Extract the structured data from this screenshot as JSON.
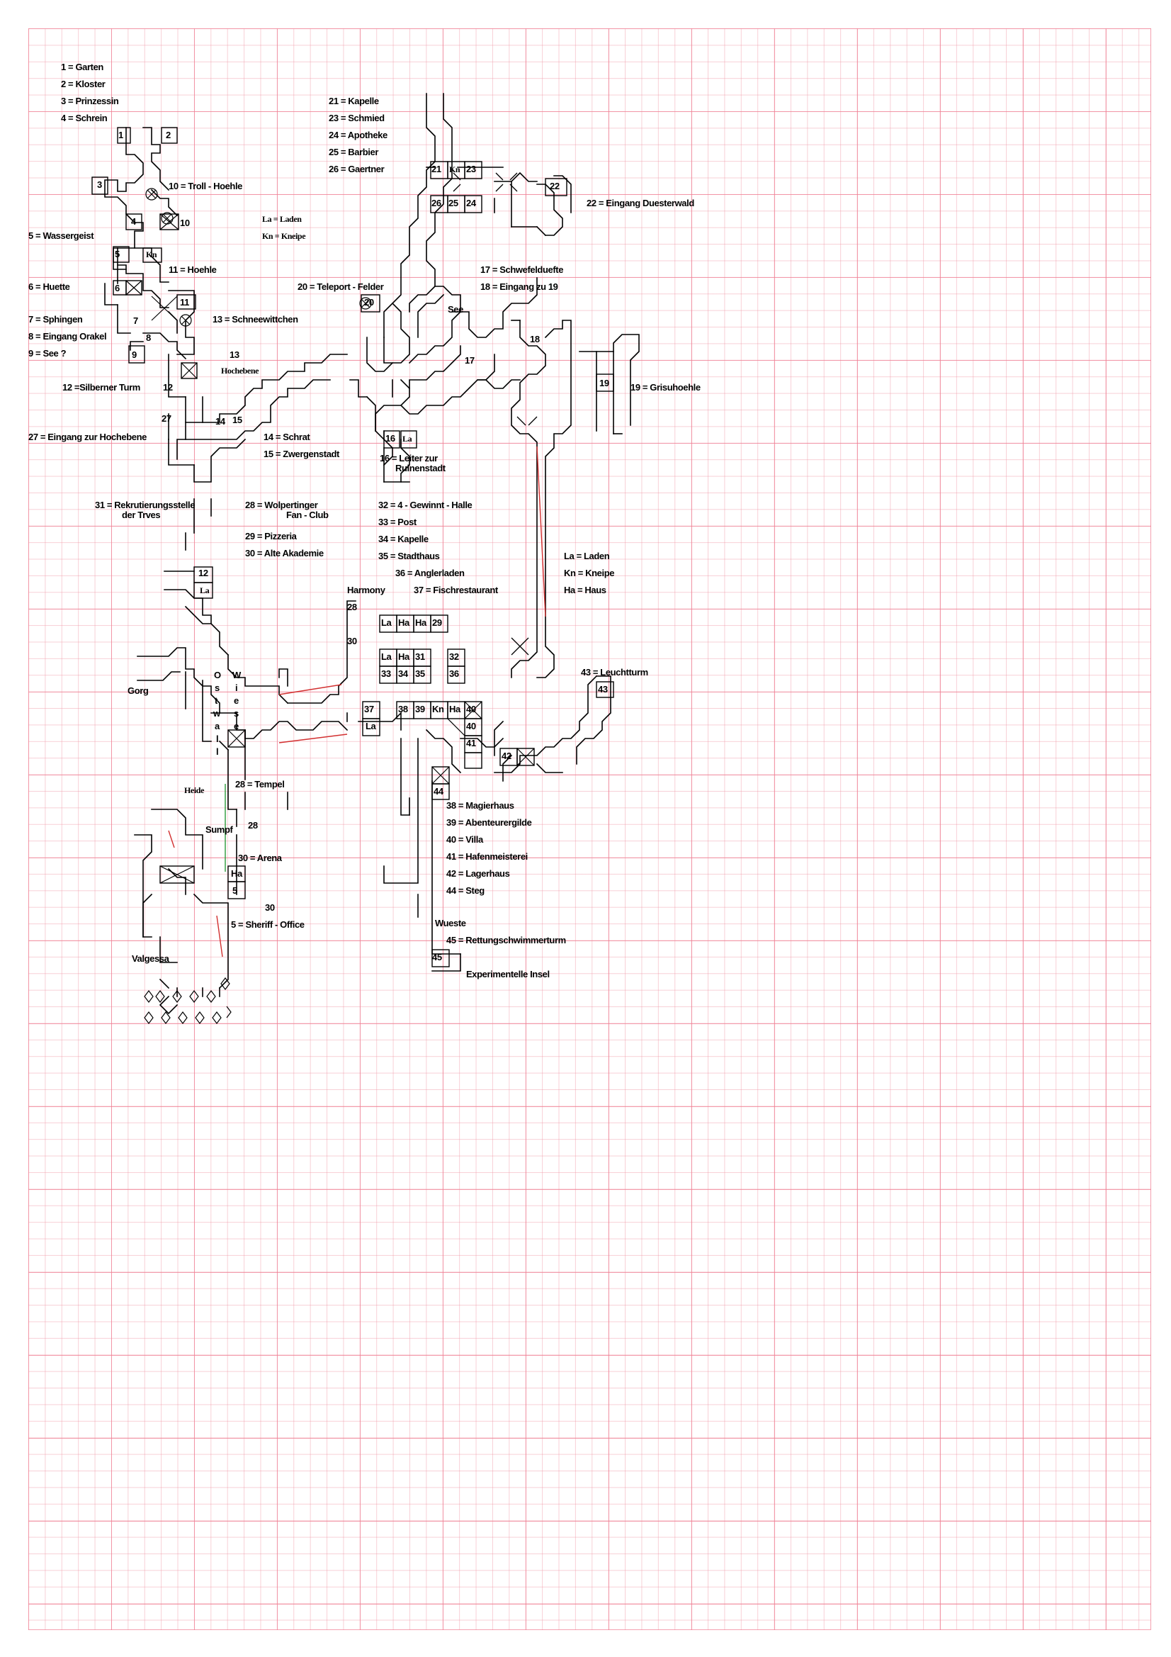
{
  "legend_north": {
    "items": [
      "1 = Garten",
      "2 = Kloster",
      "3 = Prinzessin",
      "4 = Schrein"
    ],
    "items_b": [
      "21 = Kapelle",
      "23 = Schmied",
      "24 = Apotheke",
      "25 = Barbier",
      "26 = Gaertner"
    ],
    "shop_key": [
      "La = Laden",
      "Kn = Kneipe"
    ]
  },
  "north_labels": {
    "l5": "5 = Wassergeist",
    "l6": "6 = Huette",
    "l7": "7 = Sphingen",
    "l8": "8 = Eingang Orakel",
    "l9": "9 = See ?",
    "l10": "10 = Troll - Hoehle",
    "l11": "11 = Hoehle",
    "l12": "12 =Silberner Turm",
    "l13": "13 = Schneewittchen",
    "l13b": "Hochebene",
    "l14": "14 = Schrat",
    "l15": "15 = Zwergenstadt",
    "l16a": "16 = Leiter zur",
    "l16b": "Ruinenstadt",
    "l17": "17 = Schwefelduefte",
    "l18": "18 = Eingang zu 19",
    "l19": "19 = Grisuhoehle",
    "l20": "20 = Teleport - Felder",
    "l22": "22 = Eingang Duesterwald",
    "l27": "27 = Eingang zur Hochebene",
    "see": "See"
  },
  "south_labels": {
    "l31a": "31 = Rekrutierungsstelle",
    "l31b": "der Trves",
    "l28a": "28 = Wolpertinger",
    "l28b": "Fan - Club",
    "l29": "29 = Pizzeria",
    "l30": "30 = Alte Akademie",
    "l32": "32 = 4 - Gewinnt - Halle",
    "l33": "33 = Post",
    "l34": "34 = Kapelle",
    "l35": "35 = Stadthaus",
    "l36": "36 = Anglerladen",
    "l37": "37 = Fischrestaurant",
    "harmony": "Harmony",
    "key_la": "La = Laden",
    "key_kn": "Kn = Kneipe",
    "key_ha": "Ha = Haus",
    "l43": "43 = Leuchtturm",
    "gorg": "Gorg",
    "ostwall": [
      "O",
      "s",
      "t",
      "w",
      "a",
      "l",
      "l"
    ],
    "wiese": [
      "W",
      "i",
      "e",
      "s",
      "e"
    ],
    "heide": "Heide",
    "tempel": "28 = Tempel",
    "sumpf": "Sumpf",
    "arena": "30 = Arena",
    "sheriff": "5 = Sheriff - Office",
    "valgessa": "Valgessa",
    "l38": "38 = Magierhaus",
    "l39": "39 = Abenteurergilde",
    "l40": "40 = Villa",
    "l41": "41 = Hafenmeisterei",
    "l42": "42 = Lagerhaus",
    "l44": "44 = Steg",
    "wueste": "Wueste",
    "l45": "45 = Rettungschwimmerturm",
    "insel": "Experimentelle Insel"
  },
  "cells": {
    "c1": "1",
    "c2": "2",
    "c3": "3",
    "c4": "4",
    "c5": "5",
    "c6": "6",
    "c7": "7",
    "c8": "8",
    "c9": "9",
    "c10": "10",
    "c11": "11",
    "c12": "12",
    "c13": "13",
    "c14": "14",
    "c15": "15",
    "c16": "16",
    "c17": "17",
    "c18": "18",
    "c19": "19",
    "c20": "20",
    "c21": "21",
    "c22": "22",
    "c23": "23",
    "c24": "24",
    "c25": "25",
    "c26": "26",
    "c27": "27",
    "kn_n": "Kn",
    "kn_v": "Kn",
    "la_16": "La",
    "s12": "12",
    "s_la": "La",
    "s28": "28",
    "s30": "30",
    "r1": [
      "La",
      "Ha",
      "Ha",
      "29"
    ],
    "r2": [
      "La",
      "Ha",
      "31",
      "32"
    ],
    "r3": [
      "33",
      "34",
      "35",
      "36"
    ],
    "r4": [
      "37",
      "38",
      "39",
      "Kn",
      "Ha",
      "40"
    ],
    "s_la2": "La",
    "s40b": "40",
    "s41": "41",
    "s42": "42",
    "s43": "43",
    "s44": "44",
    "s28b": "28",
    "s_ha": "Ha",
    "s5": "5",
    "s30b": "30",
    "s45": "45"
  }
}
